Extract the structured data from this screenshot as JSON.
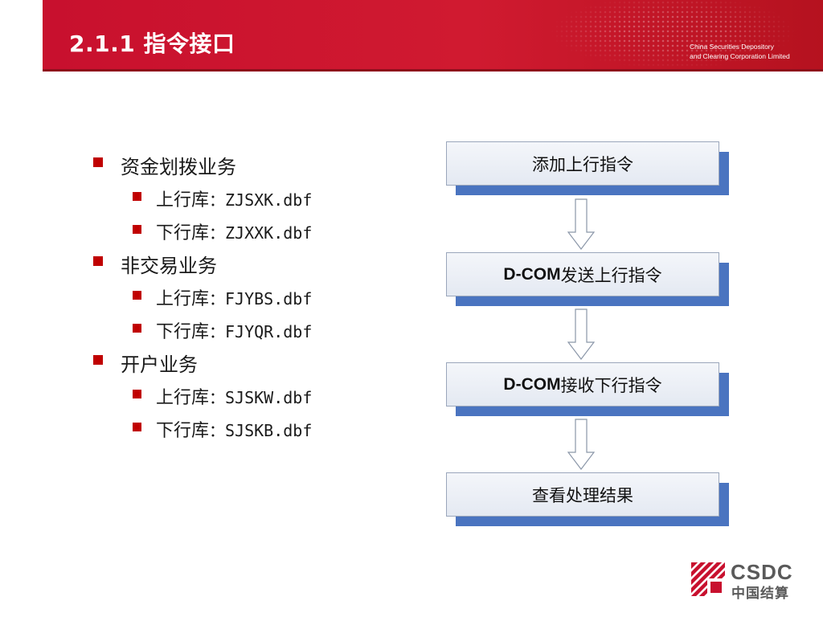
{
  "header": {
    "title": "2.1.1 指令接口",
    "company_line1": "China Securities Depository",
    "company_line2": "and Clearing Corporation Limited"
  },
  "outline": [
    {
      "label": "资金划拨业务",
      "children": [
        {
          "prefix": "上行库",
          "file": "：ZJSXK.dbf"
        },
        {
          "prefix": "下行库",
          "file": "：ZJXXK.dbf"
        }
      ]
    },
    {
      "label": "非交易业务",
      "children": [
        {
          "prefix": "上行库",
          "file": "：FJYBS.dbf"
        },
        {
          "prefix": "下行库",
          "file": "：FJYQR.dbf"
        }
      ]
    },
    {
      "label": "开户业务",
      "children": [
        {
          "prefix": "上行库",
          "file": "：SJSKW.dbf"
        },
        {
          "prefix": "下行库",
          "file": "：SJSKB.dbf"
        }
      ]
    }
  ],
  "flow": [
    {
      "latin": "",
      "text": "添加上行指令"
    },
    {
      "latin": "D-COM",
      "text": "发送上行指令"
    },
    {
      "latin": "D-COM",
      "text": "接收下行指令"
    },
    {
      "latin": "",
      "text": "查看处理结果"
    }
  ],
  "logo": {
    "en": "CSDC",
    "cn": "中国结算"
  },
  "colors": {
    "banner_red": "#c8102e",
    "bullet_red": "#c00000",
    "box_shadow_blue": "#4a74c0"
  }
}
